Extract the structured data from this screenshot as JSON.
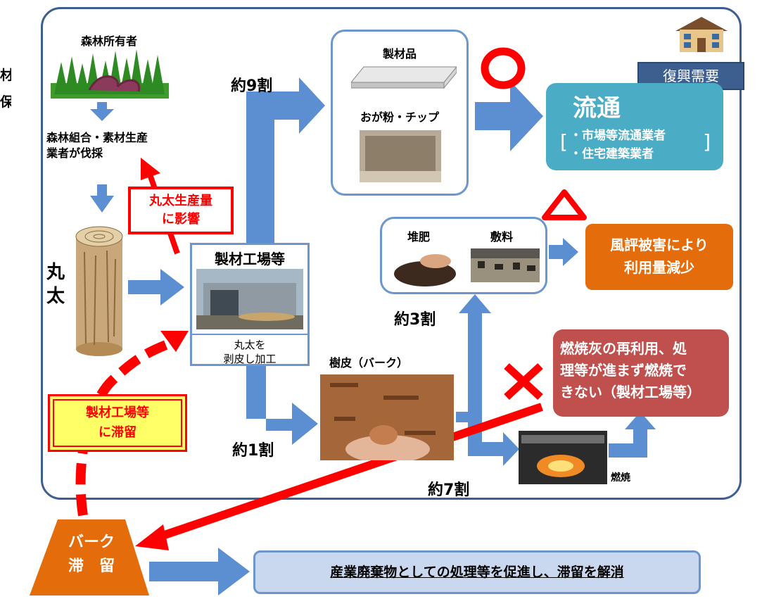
{
  "side_text": {
    "line1": "材",
    "line2": "保"
  },
  "forest": {
    "owner": "森林所有者",
    "cutter_line1": "森林組合・素材生産",
    "cutter_line2": "業者が伐採",
    "log_label_1": "丸",
    "log_label_2": "太"
  },
  "callouts": {
    "log_production_line1": "丸太生産量",
    "log_production_line2": "に影響",
    "stagnation_line1": "製材工場等",
    "stagnation_line2": "に滞留"
  },
  "sawmill": {
    "title": "製材工場等",
    "caption_line1": "丸太を",
    "caption_line2": "剥皮し加工"
  },
  "ratios": {
    "r9": "約9割",
    "r1": "約1割",
    "r3": "約3割",
    "r7": "約7割"
  },
  "products": {
    "lumber": "製材品",
    "sawdust": "おが粉・チップ"
  },
  "symbols": {
    "circle": "○",
    "triangle": "△",
    "cross": "×"
  },
  "reconstruction": "復興需要",
  "distribution": {
    "title": "流通",
    "item1": "・市場等流通業者",
    "item2": "・住宅建築業者"
  },
  "compost": {
    "label1": "堆肥",
    "label2": "敷料"
  },
  "reputation": {
    "line1": "風評被害により",
    "line2": "利用量減少"
  },
  "bark": {
    "label": "樹皮（バーク）"
  },
  "incineration": {
    "label": "燃焼",
    "problem_line1": "燃焼灰の再利用、処",
    "problem_line2": "理等が進まず燃焼で",
    "problem_line3": "きない（製材工場等）"
  },
  "bark_pile": {
    "line1": "バーク",
    "line2": "滞　留"
  },
  "solution": "産業廃棄物としての処理等を促進し、滞留を解消",
  "colors": {
    "frame": "#3d5f8f",
    "arrow_blue": "#5b8fd1",
    "teal": "#4bacc6",
    "orange": "#e46c0a",
    "dark_red": "#c0504d",
    "red": "#ff0000",
    "navy": "#3d5f8f"
  }
}
